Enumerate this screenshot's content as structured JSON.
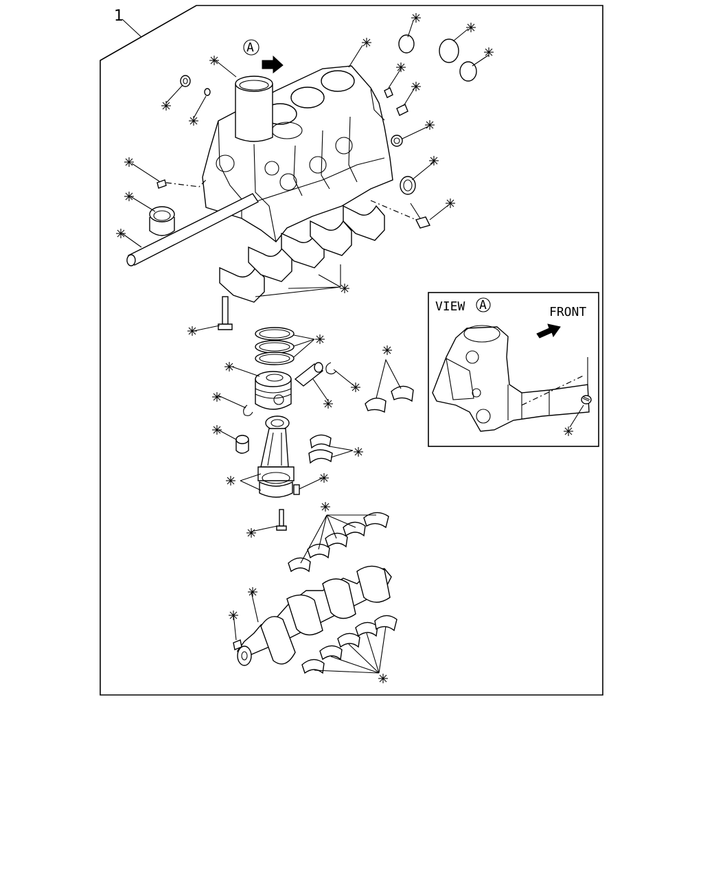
{
  "callout": {
    "item_number": "1"
  },
  "view_marker": {
    "letter": "A"
  },
  "inset": {
    "title": "VIEW",
    "title_letter": "A",
    "direction_label": "FRONT"
  },
  "annotation_symbol": "asterisk-in-x (⁑ style) marking included parts"
}
